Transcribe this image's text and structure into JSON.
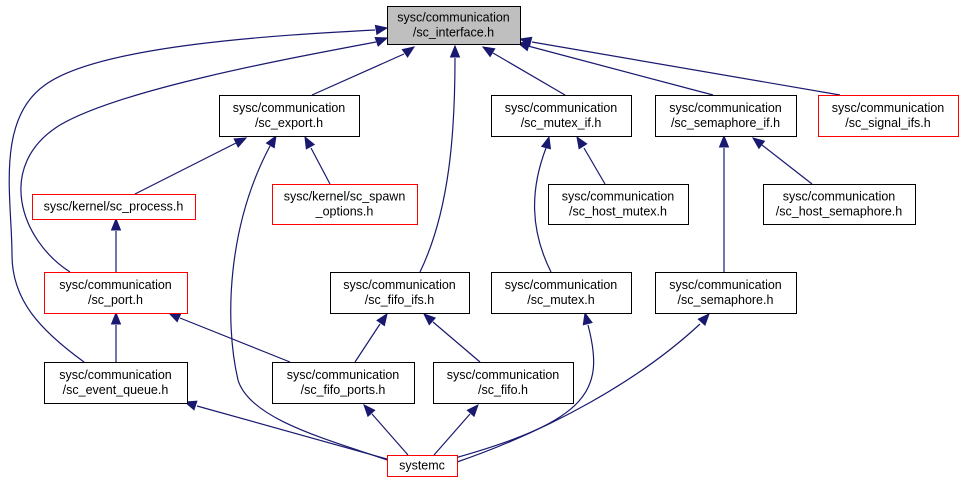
{
  "graph": {
    "colors": {
      "edge": "#191970",
      "focus_fill": "#bfbfbf",
      "normal_border": "#000000",
      "truncated_border": "#ff0000"
    },
    "nodes": [
      {
        "id": "sc_interface",
        "lines": [
          "sysc/communication",
          "/sc_interface.h"
        ],
        "style": "focus"
      },
      {
        "id": "sc_export",
        "lines": [
          "sysc/communication",
          "/sc_export.h"
        ],
        "style": "normal"
      },
      {
        "id": "sc_mutex_if",
        "lines": [
          "sysc/communication",
          "/sc_mutex_if.h"
        ],
        "style": "normal"
      },
      {
        "id": "sc_semaphore_if",
        "lines": [
          "sysc/communication",
          "/sc_semaphore_if.h"
        ],
        "style": "normal"
      },
      {
        "id": "sc_signal_ifs",
        "lines": [
          "sysc/communication",
          "/sc_signal_ifs.h"
        ],
        "style": "truncated"
      },
      {
        "id": "sc_process",
        "lines": [
          "sysc/kernel/sc_process.h"
        ],
        "style": "truncated"
      },
      {
        "id": "sc_spawn_options",
        "lines": [
          "sysc/kernel/sc_spawn",
          "_options.h"
        ],
        "style": "truncated"
      },
      {
        "id": "sc_host_mutex",
        "lines": [
          "sysc/communication",
          "/sc_host_mutex.h"
        ],
        "style": "normal"
      },
      {
        "id": "sc_host_semaphore",
        "lines": [
          "sysc/communication",
          "/sc_host_semaphore.h"
        ],
        "style": "normal"
      },
      {
        "id": "sc_port",
        "lines": [
          "sysc/communication",
          "/sc_port.h"
        ],
        "style": "truncated"
      },
      {
        "id": "sc_fifo_ifs",
        "lines": [
          "sysc/communication",
          "/sc_fifo_ifs.h"
        ],
        "style": "normal"
      },
      {
        "id": "sc_mutex",
        "lines": [
          "sysc/communication",
          "/sc_mutex.h"
        ],
        "style": "normal"
      },
      {
        "id": "sc_semaphore",
        "lines": [
          "sysc/communication",
          "/sc_semaphore.h"
        ],
        "style": "normal"
      },
      {
        "id": "sc_event_queue",
        "lines": [
          "sysc/communication",
          "/sc_event_queue.h"
        ],
        "style": "normal"
      },
      {
        "id": "sc_fifo_ports",
        "lines": [
          "sysc/communication",
          "/sc_fifo_ports.h"
        ],
        "style": "normal"
      },
      {
        "id": "sc_fifo",
        "lines": [
          "sysc/communication",
          "/sc_fifo.h"
        ],
        "style": "normal"
      },
      {
        "id": "systemc",
        "lines": [
          "systemc"
        ],
        "style": "truncated"
      }
    ],
    "edges": [
      {
        "from": "sc_export",
        "to": "sc_interface"
      },
      {
        "from": "sc_mutex_if",
        "to": "sc_interface"
      },
      {
        "from": "sc_semaphore_if",
        "to": "sc_interface"
      },
      {
        "from": "sc_signal_ifs",
        "to": "sc_interface"
      },
      {
        "from": "sc_fifo_ifs",
        "to": "sc_interface"
      },
      {
        "from": "sc_port",
        "to": "sc_interface"
      },
      {
        "from": "sc_event_queue",
        "to": "sc_interface"
      },
      {
        "from": "sc_process",
        "to": "sc_export"
      },
      {
        "from": "sc_spawn_options",
        "to": "sc_export"
      },
      {
        "from": "systemc",
        "to": "sc_export"
      },
      {
        "from": "sc_host_mutex",
        "to": "sc_mutex_if"
      },
      {
        "from": "sc_mutex",
        "to": "sc_mutex_if"
      },
      {
        "from": "sc_host_semaphore",
        "to": "sc_semaphore_if"
      },
      {
        "from": "sc_semaphore",
        "to": "sc_semaphore_if"
      },
      {
        "from": "sc_port",
        "to": "sc_process"
      },
      {
        "from": "sc_event_queue",
        "to": "sc_port"
      },
      {
        "from": "sc_fifo_ports",
        "to": "sc_port"
      },
      {
        "from": "sc_fifo_ports",
        "to": "sc_fifo_ifs"
      },
      {
        "from": "sc_fifo",
        "to": "sc_fifo_ifs"
      },
      {
        "from": "systemc",
        "to": "sc_event_queue"
      },
      {
        "from": "systemc",
        "to": "sc_fifo_ports"
      },
      {
        "from": "systemc",
        "to": "sc_fifo"
      },
      {
        "from": "systemc",
        "to": "sc_mutex"
      },
      {
        "from": "systemc",
        "to": "sc_semaphore"
      }
    ]
  }
}
